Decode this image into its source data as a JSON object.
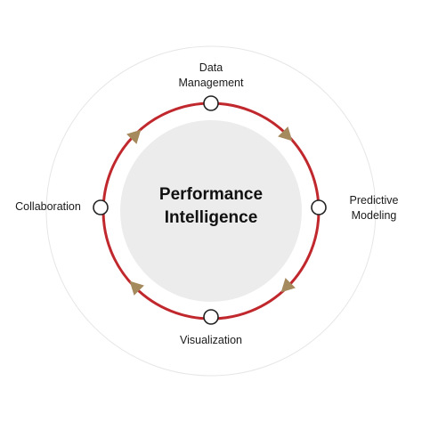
{
  "center": {
    "title": "Performance\nIntelligence"
  },
  "nodes": [
    {
      "id": "data-management",
      "label": "Data\nManagement"
    },
    {
      "id": "predictive-modeling",
      "label": "Predictive\nModeling"
    },
    {
      "id": "visualization",
      "label": "Visualization"
    },
    {
      "id": "collaboration",
      "label": "Collaboration"
    }
  ],
  "colors": {
    "cycle_ring": "#c0282d",
    "outer_ring": "#e6e6e6",
    "center_fill": "#ececec",
    "arrow_fill": "#a58a5e",
    "node_fill": "#ffffff",
    "node_stroke": "#222222",
    "text": "#1a1a1a"
  }
}
